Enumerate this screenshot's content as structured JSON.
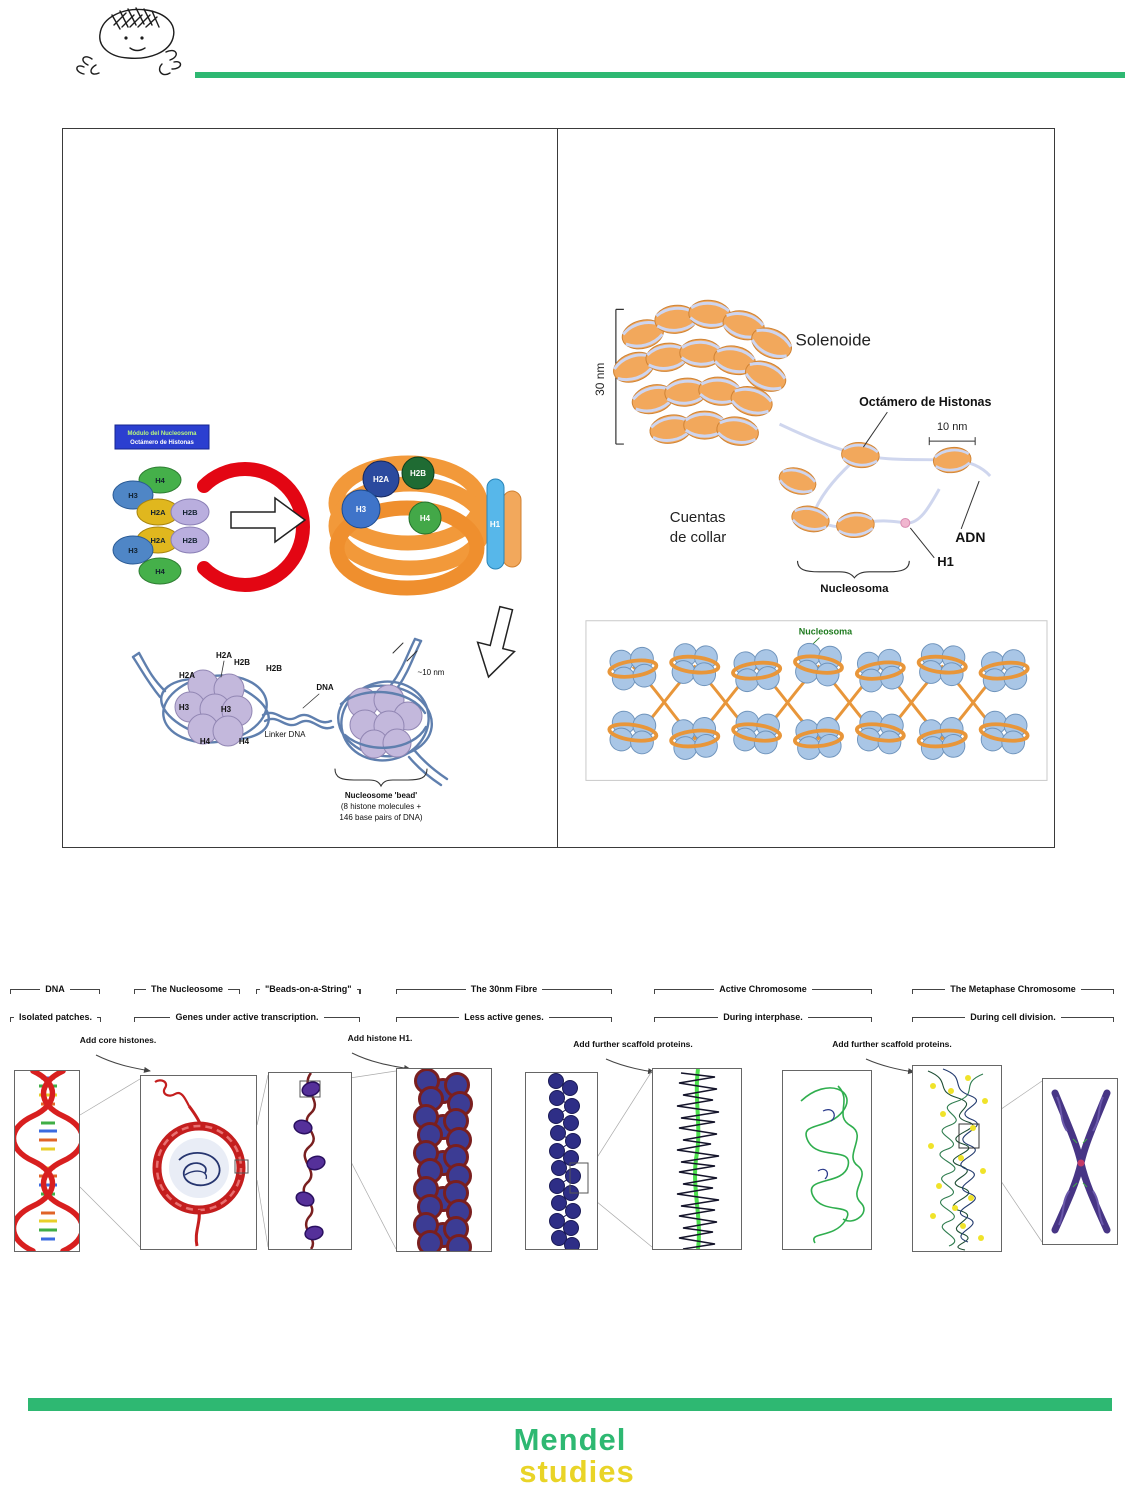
{
  "theme": {
    "green": "#2eb872",
    "yellow": "#e9d427",
    "red": "#e30613",
    "orange": "#f2a85c"
  },
  "fig1": {
    "left": {
      "module1": "Módulo del Nucleosoma",
      "module2": "Octámero de Histonas",
      "ring": [
        "H4",
        "H3",
        "H2A",
        "H2B",
        "H2A",
        "H2B",
        "H3",
        "H4"
      ],
      "coil": [
        "H2A",
        "H2B",
        "H3",
        "H4",
        "H1"
      ],
      "beads": [
        "H2A",
        "H2A",
        "H2B",
        "H2B",
        "H3",
        "H3",
        "H4",
        "H4"
      ],
      "dna": "DNA",
      "linker": "Linker DNA",
      "size": "~10 nm",
      "caption1": "Nucleosome 'bead'",
      "caption2": "(8 histone molecules +",
      "caption3": "146 base pairs of DNA)"
    },
    "right": {
      "solenoide": "Solenoide",
      "nm30": "30 nm",
      "octamero": "Octámero de Histonas",
      "nm10": "10 nm",
      "cuentas1": "Cuentas",
      "cuentas2": "de collar",
      "adn": "ADN",
      "h1": "H1",
      "nucleosoma": "Nucleosoma",
      "nucleosoma_green": "Nucleosoma"
    }
  },
  "fig2": {
    "stages": [
      {
        "title": "DNA"
      },
      {
        "title": "The Nucleosome"
      },
      {
        "title": "\"Beads-on-a-String\""
      },
      {
        "title": "The 30nm Fibre"
      },
      {
        "title": "Active Chromosome"
      },
      {
        "title": "The Metaphase Chromosome"
      }
    ],
    "subtitles": [
      "Isolated patches.",
      "Genes under active transcription.",
      "Less active genes.",
      "During interphase.",
      "During cell division."
    ],
    "arrows": [
      "Add core histones.",
      "Add histone H1.",
      "Add further scaffold proteins.",
      "Add further scaffold proteins."
    ]
  },
  "brand": {
    "name": "Mendel",
    "sub": "studies"
  }
}
